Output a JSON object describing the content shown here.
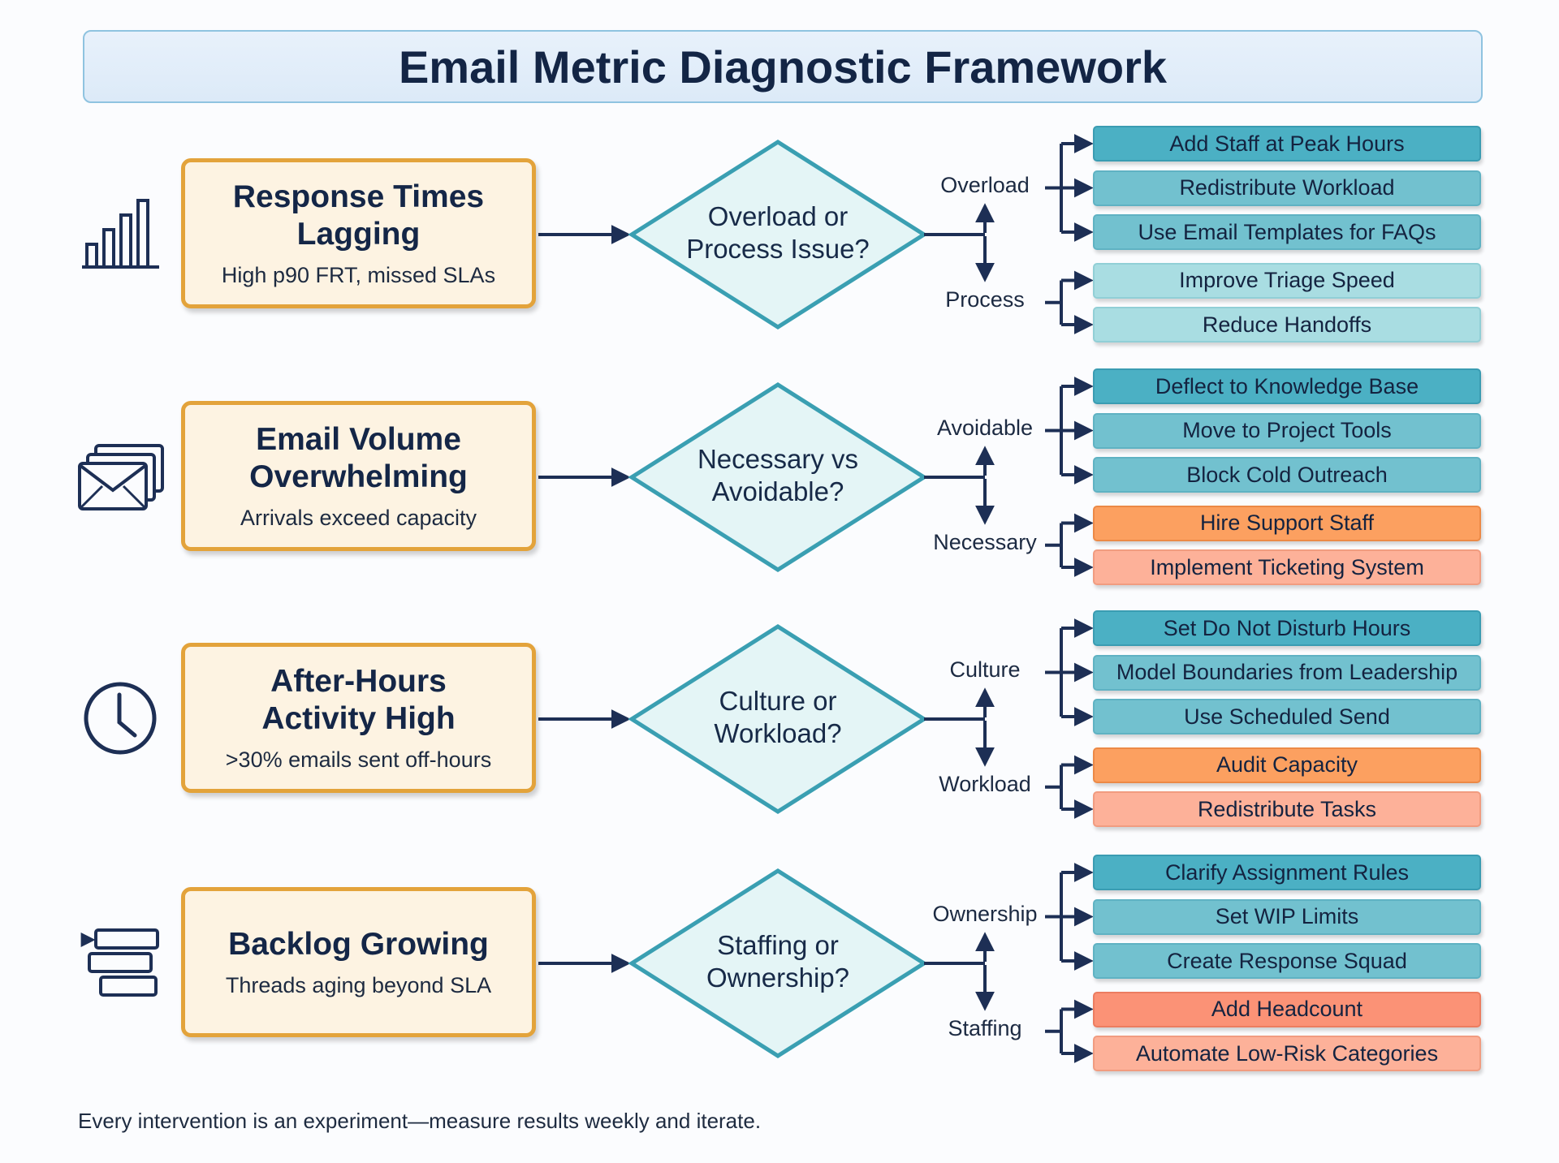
{
  "title": "Email Metric Diagnostic Framework",
  "rows": [
    {
      "icon": "bar-chart-icon",
      "problem_title": [
        "Response Times",
        "Lagging"
      ],
      "problem_sub": "High p90 FRT, missed SLAs",
      "question": [
        "Overload or",
        "Process Issue?"
      ],
      "upper_branch": "Overload",
      "lower_branch": "Process",
      "upper_actions": [
        {
          "label": "Add Staff at Peak Hours",
          "color": "dark"
        },
        {
          "label": "Redistribute Workload",
          "color": "mid"
        },
        {
          "label": "Use Email Templates for FAQs",
          "color": "mid"
        }
      ],
      "lower_actions": [
        {
          "label": "Improve Triage Speed",
          "color": "light"
        },
        {
          "label": "Reduce Handoffs",
          "color": "light"
        }
      ]
    },
    {
      "icon": "envelopes-icon",
      "problem_title": [
        "Email Volume",
        "Overwhelming"
      ],
      "problem_sub": "Arrivals exceed capacity",
      "question": [
        "Necessary vs",
        "Avoidable?"
      ],
      "upper_branch": "Avoidable",
      "lower_branch": "Necessary",
      "upper_actions": [
        {
          "label": "Deflect to Knowledge Base",
          "color": "dark"
        },
        {
          "label": "Move to Project Tools",
          "color": "mid"
        },
        {
          "label": "Block Cold Outreach",
          "color": "mid"
        }
      ],
      "lower_actions": [
        {
          "label": "Hire Support Staff",
          "color": "orange"
        },
        {
          "label": "Implement Ticketing System",
          "color": "salmon"
        }
      ]
    },
    {
      "icon": "clock-icon",
      "problem_title": [
        "After-Hours",
        "Activity High"
      ],
      "problem_sub": ">30% emails sent off-hours",
      "question": [
        "Culture or",
        "Workload?"
      ],
      "upper_branch": "Culture",
      "lower_branch": "Workload",
      "upper_actions": [
        {
          "label": "Set Do Not Disturb Hours",
          "color": "dark"
        },
        {
          "label": "Model Boundaries from Leadership",
          "color": "mid"
        },
        {
          "label": "Use Scheduled Send",
          "color": "mid"
        }
      ],
      "lower_actions": [
        {
          "label": "Audit Capacity",
          "color": "orange"
        },
        {
          "label": "Redistribute Tasks",
          "color": "salmon"
        }
      ]
    },
    {
      "icon": "stacked-list-icon",
      "problem_title": [
        "Backlog Growing"
      ],
      "problem_sub": "Threads aging beyond SLA",
      "question": [
        "Staffing or",
        "Ownership?"
      ],
      "upper_branch": "Ownership",
      "lower_branch": "Staffing",
      "upper_actions": [
        {
          "label": "Clarify Assignment Rules",
          "color": "dark"
        },
        {
          "label": "Set WIP Limits",
          "color": "mid"
        },
        {
          "label": "Create Response Squad",
          "color": "mid"
        }
      ],
      "lower_actions": [
        {
          "label": "Add Headcount",
          "color": "coral"
        },
        {
          "label": "Automate Low-Risk Categories",
          "color": "salmon"
        }
      ]
    }
  ],
  "footer": "Every intervention is an experiment—measure results weekly and iterate.",
  "colors": {
    "line": "#1d2f55",
    "diamond_fill": "#e4f5f6",
    "diamond_stroke": "#3a9fb2",
    "problem_border": "#e3a33b"
  }
}
